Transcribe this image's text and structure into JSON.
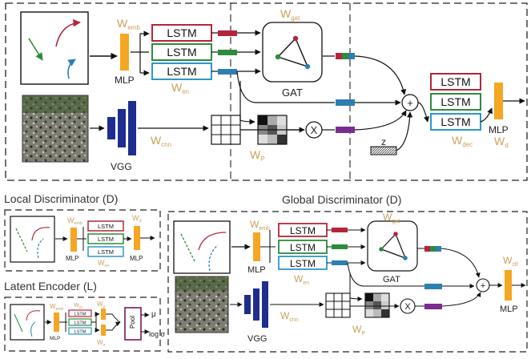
{
  "top": {
    "w_emb": "W",
    "w_emb_sub": "emb",
    "w_gat": "W",
    "w_gat_sub": "gat",
    "w_en": "W",
    "w_en_sub": "en",
    "w_cnn": "W",
    "w_cnn_sub": "cnn",
    "w_p": "W",
    "w_p_sub": "P",
    "w_dec": "W",
    "w_dec_sub": "dec",
    "w_d": "W",
    "w_d_sub": "d",
    "mlp_label": "MLP",
    "mlp_dec_label": "MLP",
    "vgg_label": "VGG",
    "gat_label": "GAT",
    "lstm_labels": [
      "LSTM",
      "LSTM",
      "LSTM"
    ],
    "dec_lstm_labels": [
      "LSTM",
      "LSTM",
      "LSTM"
    ],
    "z_label": "z",
    "plus_symbol": "+",
    "times_symbol": "X"
  },
  "local_disc": {
    "title": "Local Discriminator (D)",
    "w_emb": "W",
    "w_emb_sub": "emb",
    "w_en": "W",
    "w_en_sub": "en",
    "w_d": "W",
    "w_d_sub": "d",
    "lstm_labels": [
      "LSTM",
      "LSTM",
      "LSTM"
    ],
    "mlp_label": "MLP",
    "mlp2_label": "MLP"
  },
  "latent_enc": {
    "title": "Latent Encoder (L)",
    "w_emb": "W",
    "w_emb_sub": "emb",
    "w_en": "W",
    "w_en_sub": "en",
    "w_mu": "W",
    "w_mu_sub": "μ",
    "w_sigma": "W",
    "w_sigma_sub": "σ",
    "lstm_labels": [
      "LSTM",
      "LSTM",
      "LSTM"
    ],
    "mlp_label": "MLP",
    "pool_label": "Pool",
    "mu_label": "μ",
    "logsigma_label": "log σ"
  },
  "global_disc": {
    "title": "Global Discriminator (D)",
    "w_emb": "W",
    "w_emb_sub": "emb",
    "w_gat": "W",
    "w_gat_sub": "gat",
    "w_en": "W",
    "w_en_sub": "en",
    "w_cnn": "W",
    "w_cnn_sub": "cnn",
    "w_p": "W",
    "w_p_sub": "P",
    "w_clf": "W",
    "w_clf_sub": "clf",
    "mlp_label": "MLP",
    "mlp2_label": "MLP",
    "vgg_label": "VGG",
    "gat_label": "GAT",
    "lstm_labels": [
      "LSTM",
      "LSTM",
      "LSTM"
    ],
    "plus_symbol": "+",
    "times_symbol": "X"
  },
  "colors": {
    "red": "#b3263a",
    "green": "#2e8b3d",
    "blue": "#2d97c9",
    "gold": "#c9a15b",
    "orange": "#f5a623",
    "navy": "#1f2d8f",
    "purple": "#7a2d8f",
    "gray": "#888888"
  }
}
